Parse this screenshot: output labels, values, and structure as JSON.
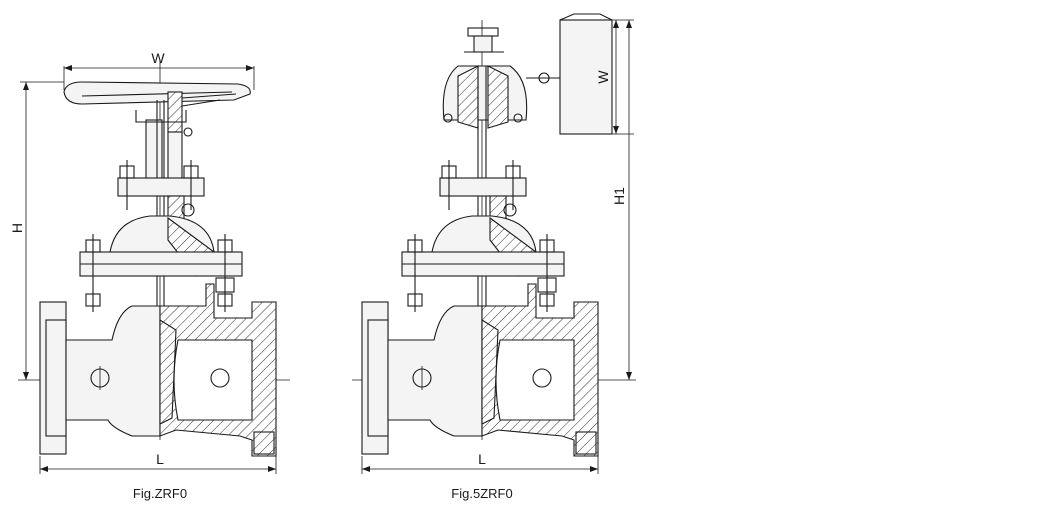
{
  "figures": [
    {
      "caption": "Fig.ZRF0",
      "dimensions": {
        "width": "W",
        "height": "H",
        "length": "L"
      }
    },
    {
      "caption": "Fig.5ZRF0",
      "dimensions": {
        "width": "W",
        "height": "H1",
        "length": "L"
      }
    }
  ]
}
